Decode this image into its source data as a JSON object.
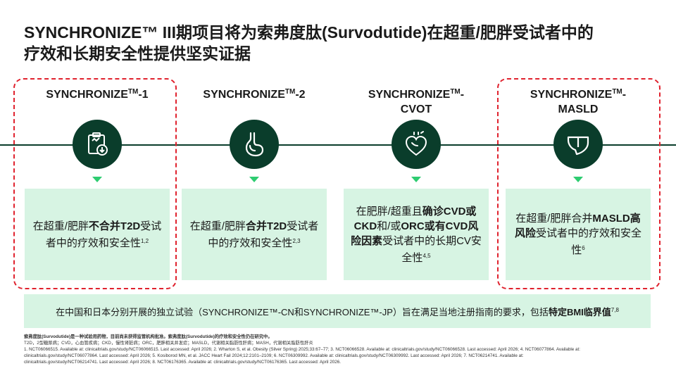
{
  "title": {
    "line1": "SYNCHRONIZE™  III期项目将为索弗度肽(Survodutide)在超重/肥胖受试者中的",
    "line2": "疗效和长期安全性提供坚实证据"
  },
  "trials": [
    {
      "name_l1": "SYNCHRONIZE",
      "name_tm": "TM",
      "name_suffix": "-1",
      "name_l2": "",
      "icon": "clipboard-download-icon",
      "desc_pre": "在超重/肥胖",
      "desc_bold1": "不合并T2D",
      "desc_mid": "受试者中的疗效和安全性",
      "desc_bold2": "",
      "desc_post": "",
      "desc_ref": "1,2"
    },
    {
      "name_l1": "SYNCHRONIZE",
      "name_tm": "TM",
      "name_suffix": "-2",
      "name_l2": "",
      "icon": "stomach-icon",
      "desc_pre": "在超重/肥胖",
      "desc_bold1": "合并T2D",
      "desc_mid": "受试者中的疗效和安全性",
      "desc_bold2": "",
      "desc_post": "",
      "desc_ref": "2,3"
    },
    {
      "name_l1": "SYNCHRONIZE",
      "name_tm": "TM",
      "name_suffix": "-",
      "name_l2": "CVOT",
      "icon": "heart-icon",
      "desc_pre": "在肥胖/超重且",
      "desc_bold1": "确诊CVD或CKD",
      "desc_mid": "和/或",
      "desc_bold2": "ORC或有CVD风险因素",
      "desc_post": "受试者中的长期CV安全性",
      "desc_ref": "4,5"
    },
    {
      "name_l1": "SYNCHRONIZE",
      "name_tm": "TM",
      "name_suffix": "-",
      "name_l2": "MASLD",
      "icon": "liver-icon",
      "desc_pre": "在超重/肥胖合并",
      "desc_bold1": "MASLD高风险",
      "desc_mid": "受试者中的疗效和安全性",
      "desc_bold2": "",
      "desc_post": "",
      "desc_ref": "6"
    }
  ],
  "banner": {
    "pre": "在中国和日本分别开展的独立试验（SYNCHRONIZE™-CN和SYNCHRONIZE™-JP）旨在满足当地注册指南的要求，包括",
    "bold": "特定BMI临界值",
    "ref": "7,8"
  },
  "footnotes": {
    "line1": "索弗度肽(Survodutide)是一种试验用药物，目前尚未获得监管机构批准。索弗度肽(Survodutide)的疗效和安全性仍在研究中。",
    "line2": "T2D，2型糖尿病；CVD，心血管疾病；CKD，慢性肾脏病；ORC，肥胖相关并发症；MASLD，代谢相关脂肪性肝病；MASH，代谢相关脂肪性肝炎",
    "line3": "1. NCT06066515. Available at: clinicaltrials.gov/study/NCT06066515. Last accessed: April 2026; 2. Wharton S, et al. Obesity (Silver Spring) 2025;33:67–77; 3. NCT06066528. Available at: clinicaltrials.gov/study/NCT06066528. Last accessed: April 2026; 4. NCT06077864. Available at:",
    "line4": "clinicaltrials.gov/study/NCT06077864. Last accessed: April 2026; 5. Kosiborod MN, et al. JACC Heart Fail 2024;12:2101–2109; 6. NCT06309992. Available at: clinicaltrials.gov/study/NCT06309992. Last accessed: April 2026; 7. NCT06214741. Available at:",
    "line5": "clinicaltrials.gov/study/NCT06214741. Last accessed: April 2026; 8. NCT06176365. Available at: clinicaltrials.gov/study/NCT06176365. Last accessed: April 2026."
  },
  "colors": {
    "dark_green": "#0a3d2b",
    "mint": "#d7f4e3",
    "accent_green": "#2ecc71",
    "highlight_red": "#e0222e"
  }
}
